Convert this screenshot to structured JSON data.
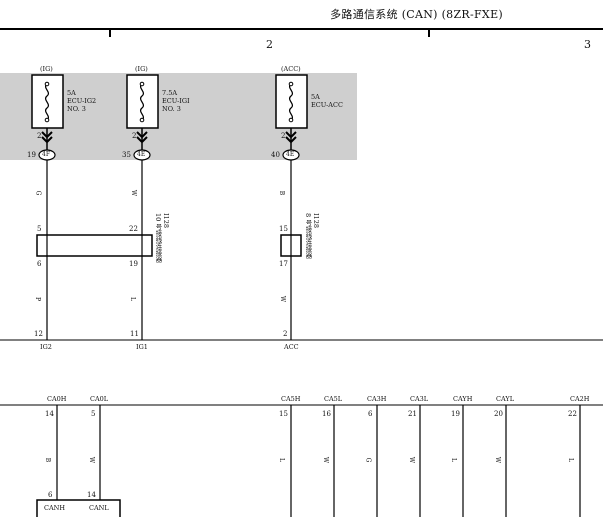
{
  "header": {
    "title": "多路通信系统 (CAN) (8ZR-FXE)"
  },
  "sheet_numbers": [
    "2",
    "3"
  ],
  "fuses": [
    {
      "power": "(IG)",
      "amp": "5A",
      "name": "ECU-IG2",
      "no": "NO. 3",
      "pin_top": "2",
      "pin_left": "19",
      "pin_oval": "4F"
    },
    {
      "power": "(IG)",
      "amp": "7.5A",
      "name": "ECU-IGI",
      "no": "NO. 3",
      "pin_top": "2",
      "pin_left": "35",
      "pin_oval": "4E"
    },
    {
      "power": "(ACC)",
      "amp": "5A",
      "name": "ECU-ACC",
      "no": "",
      "pin_top": "2",
      "pin_left": "40",
      "pin_oval": "4E"
    }
  ],
  "wires": [
    {
      "c1": "G",
      "p_in": "5",
      "p_out": "6",
      "c2": "P",
      "end_pin": "12",
      "end_label": "IG2"
    },
    {
      "c1": "W",
      "p_in": "22",
      "p_out": "19",
      "c2": "L",
      "end_pin": "11",
      "end_label": "IG1"
    },
    {
      "c1": "B",
      "p_in": "15",
      "p_out": "17",
      "c2": "W",
      "end_pin": "2",
      "end_label": "ACC"
    }
  ],
  "connector_a": {
    "code": "I128",
    "name": "10 号接线连接器"
  },
  "connector_b": {
    "code": "I128",
    "name": "8 号接线连接器"
  },
  "bus": [
    {
      "name": "CA0H",
      "pin": "14",
      "color": "B"
    },
    {
      "name": "CA0L",
      "pin": "5",
      "color": "W"
    },
    {
      "name": "CA5H",
      "pin": "15",
      "color": "L"
    },
    {
      "name": "CA5L",
      "pin": "16",
      "color": "W"
    },
    {
      "name": "CA3H",
      "pin": "6",
      "color": "G"
    },
    {
      "name": "CA3L",
      "pin": "21",
      "color": "W"
    },
    {
      "name": "CAYH",
      "pin": "19",
      "color": "L"
    },
    {
      "name": "CAYL",
      "pin": "20",
      "color": "W"
    },
    {
      "name": "CA2H",
      "pin": "22",
      "color": "L"
    }
  ],
  "bottom_box": {
    "pin1": "6",
    "pin2": "14",
    "label1": "CANH",
    "label2": "CANL"
  }
}
